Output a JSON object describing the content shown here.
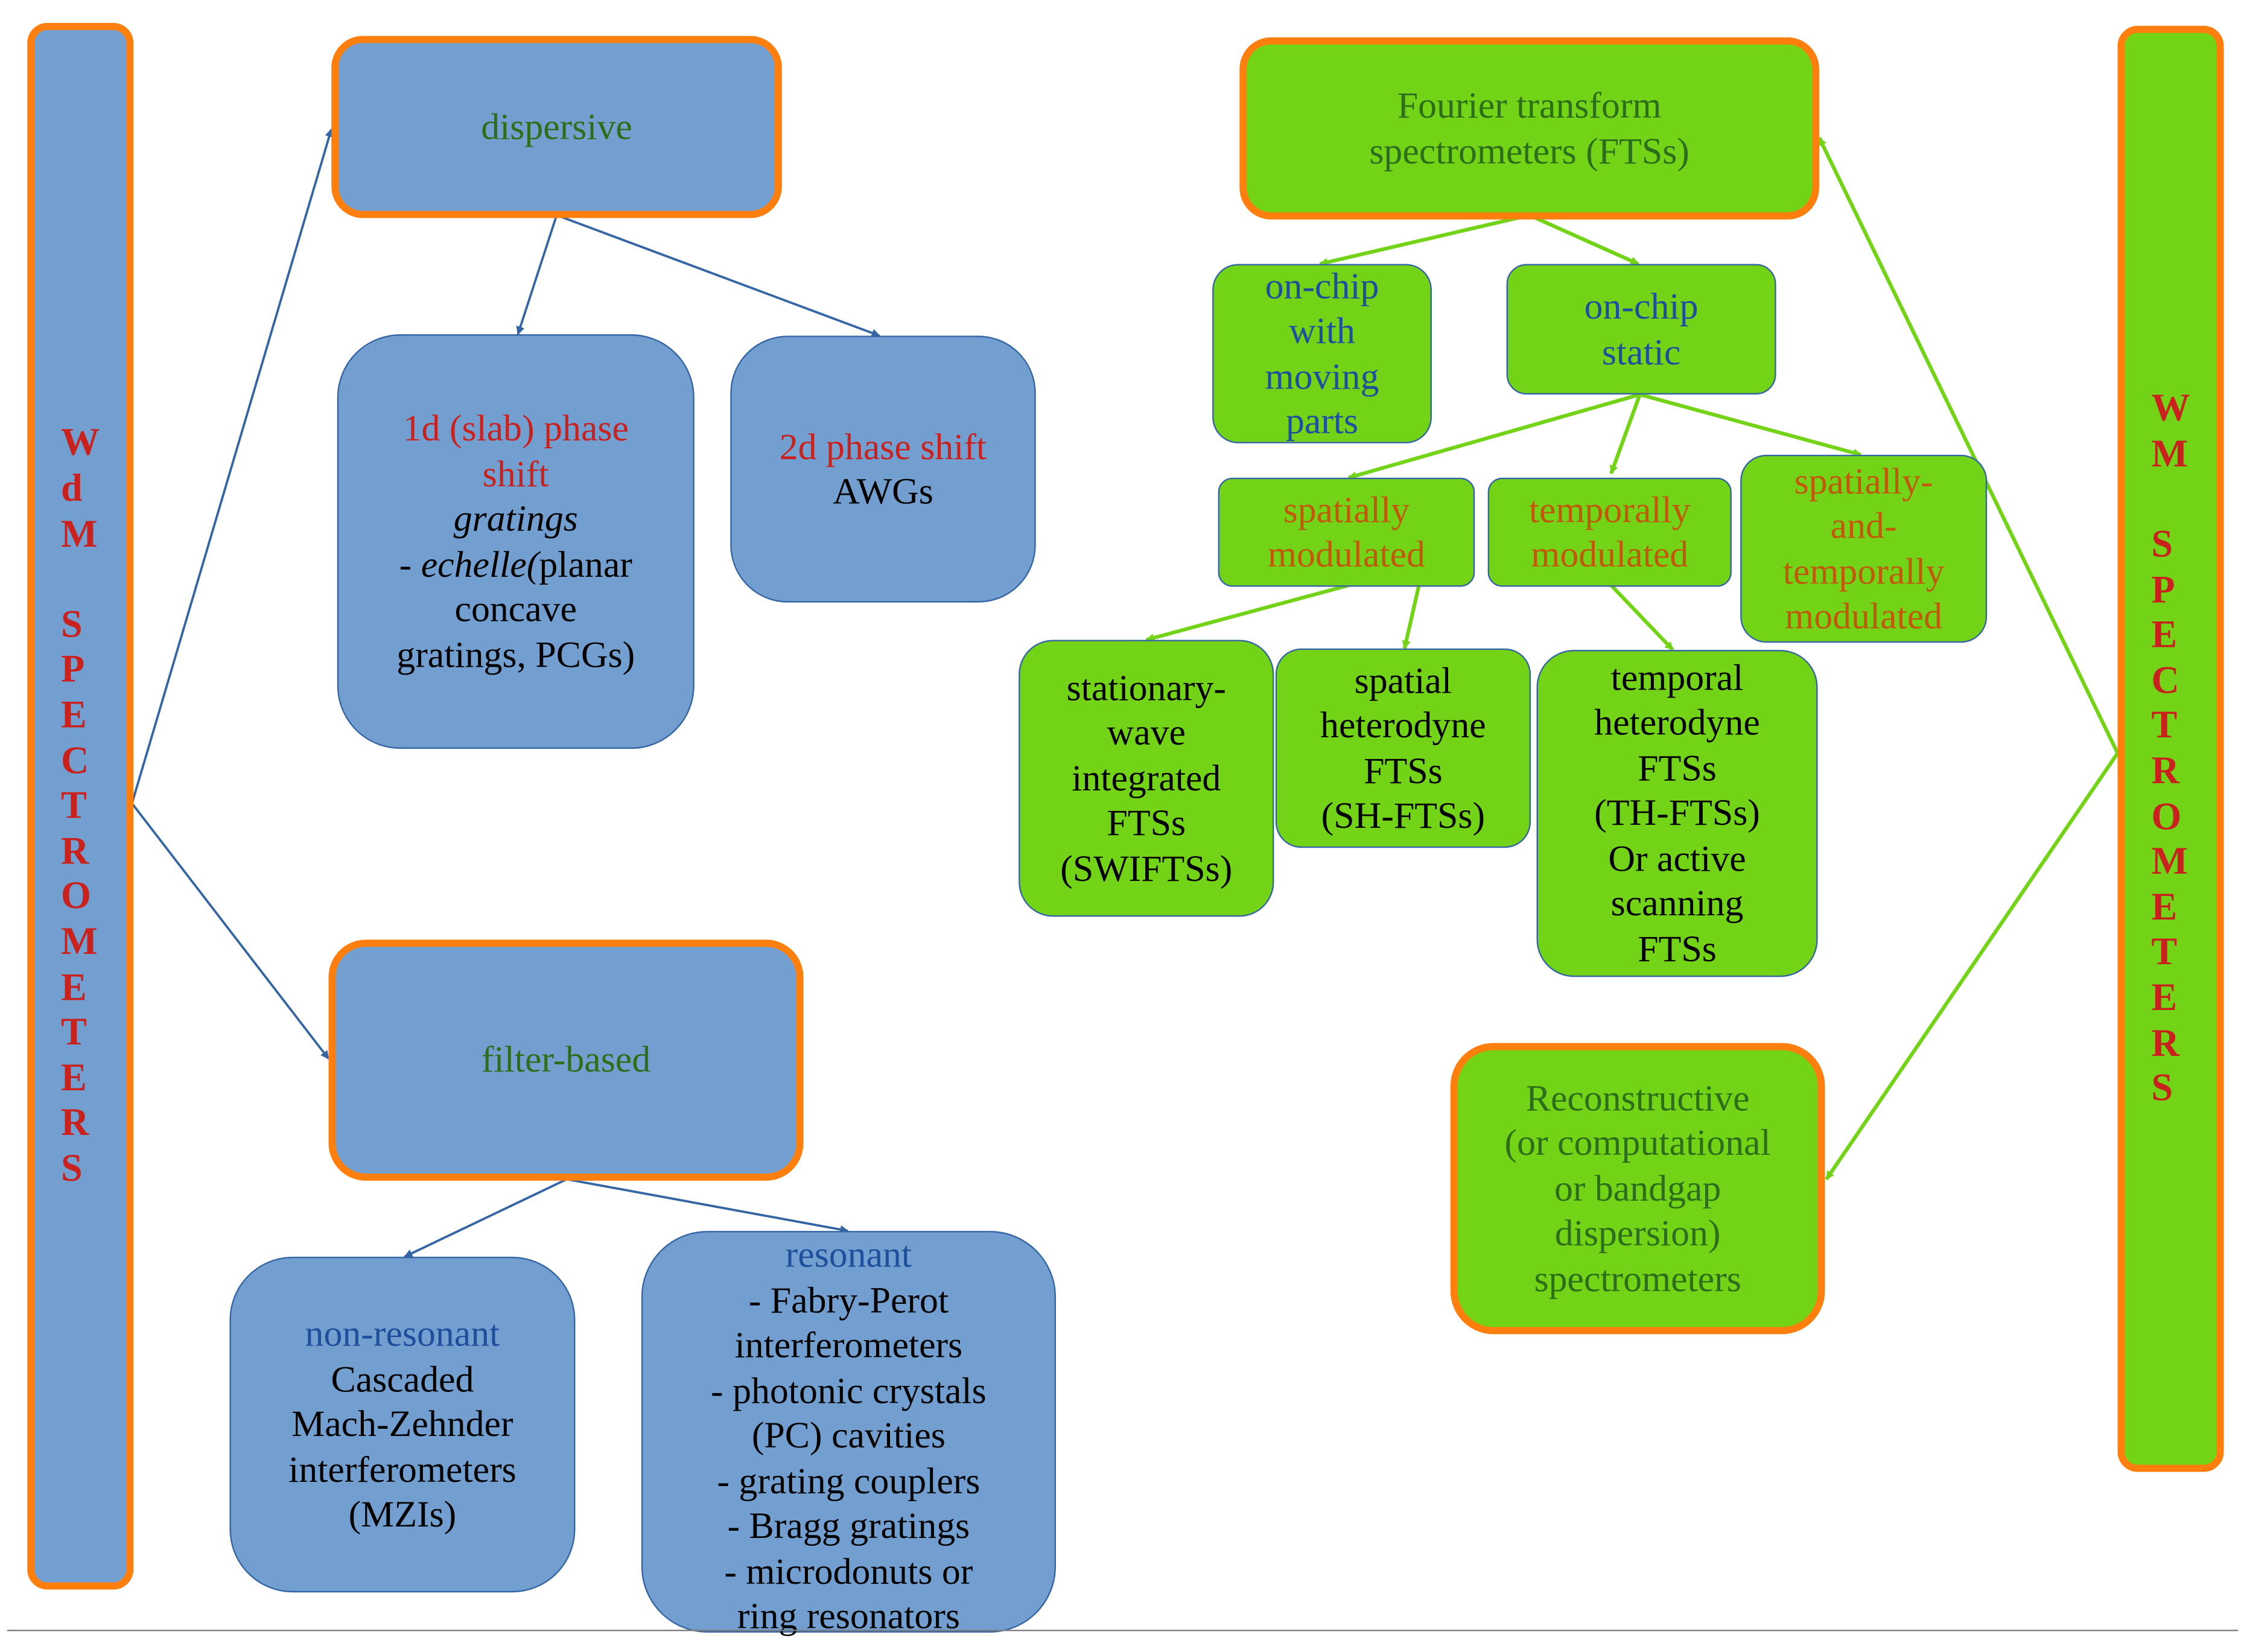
{
  "left_bar": {
    "letters": [
      "W",
      "d",
      "M",
      "",
      "S",
      "P",
      "E",
      "C",
      "T",
      "R",
      "O",
      "M",
      "E",
      "T",
      "E",
      "R",
      "S"
    ]
  },
  "right_bar": {
    "letters": [
      "W",
      "M",
      "",
      "S",
      "P",
      "E",
      "C",
      "T",
      "R",
      "O",
      "M",
      "E",
      "T",
      "E",
      "R",
      "S"
    ]
  },
  "dispersive": {
    "label": "dispersive"
  },
  "slab": {
    "red_line1": "1d (slab) phase",
    "red_line2": "shift",
    "gratings": "gratings",
    "dash": "- ",
    "echelle": "echelle",
    "paren": "(",
    "planar": "planar",
    "concave": "concave",
    "pcgs": "gratings, PCGs)"
  },
  "phase2d": {
    "red_line": "2d phase shift",
    "awgs": "AWGs"
  },
  "filter": {
    "label": "filter-based"
  },
  "nonres": {
    "title": "non-resonant",
    "lines": [
      "Cascaded",
      "Mach-Zehnder",
      "interferometers",
      "(MZIs)"
    ]
  },
  "resonant": {
    "title": "resonant",
    "lines": [
      "- Fabry-Perot",
      "interferometers",
      "- photonic crystals",
      "(PC) cavities",
      "- grating couplers",
      "- Bragg gratings",
      "- microdonuts or",
      "ring resonators"
    ]
  },
  "fts": {
    "lines": [
      "Fourier transform",
      "spectrometers (FTSs)"
    ]
  },
  "moving": {
    "lines": [
      "on-chip",
      "with",
      "moving",
      "parts"
    ]
  },
  "static": {
    "lines": [
      "on-chip",
      "static"
    ]
  },
  "spatial_mod": {
    "lines": [
      "spatially",
      "modulated"
    ]
  },
  "temporal_mod": {
    "lines": [
      "temporally",
      "modulated"
    ]
  },
  "spat_temp": {
    "lines": [
      "spatially-",
      "and-",
      "temporally",
      "modulated"
    ]
  },
  "swifts": {
    "lines": [
      "stationary-",
      "wave",
      "integrated",
      "FTSs",
      "(SWIFTSs)"
    ]
  },
  "shfts": {
    "lines": [
      "spatial",
      "heterodyne",
      "FTSs",
      "(SH-FTSs)"
    ]
  },
  "thfts": {
    "lines": [
      "temporal",
      "heterodyne",
      "FTSs",
      "(TH-FTSs)",
      "Or active",
      "scanning",
      "FTSs"
    ]
  },
  "recon": {
    "lines": [
      "Reconstructive",
      "(or computational",
      "or bandgap",
      "dispersion)",
      "spectrometers"
    ]
  },
  "colors": {
    "blue_fill": "#729fcf",
    "green_fill": "#72d317",
    "orange_border": "#ff7f0e",
    "blue_line": "#3465a4",
    "green_line": "#72d317",
    "red_text": "#c9211e",
    "green_text": "#2c6e1a",
    "orange_text": "#c05a0a",
    "navy_text": "#1f4e9c"
  }
}
